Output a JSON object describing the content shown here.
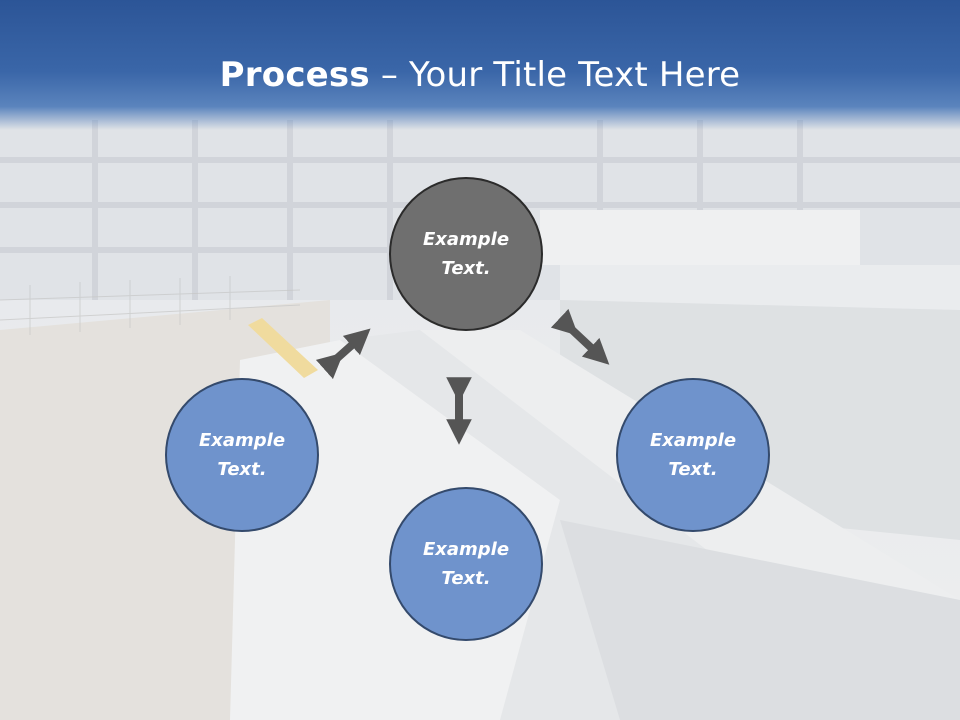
{
  "slide": {
    "title_bold": "Process",
    "title_dash": " – ",
    "title_rest": "Your Title Text Here"
  },
  "nodes": [
    {
      "line1": "Example",
      "line2": "Text."
    },
    {
      "line1": "Example",
      "line2": "Text."
    },
    {
      "line1": "Example",
      "line2": "Text."
    },
    {
      "line1": "Example",
      "line2": "Text."
    }
  ],
  "colors": {
    "header": "#2c5597",
    "center_node": "#6f6f6f",
    "outer_node": "#6f93cc",
    "arrow": "#555555"
  }
}
